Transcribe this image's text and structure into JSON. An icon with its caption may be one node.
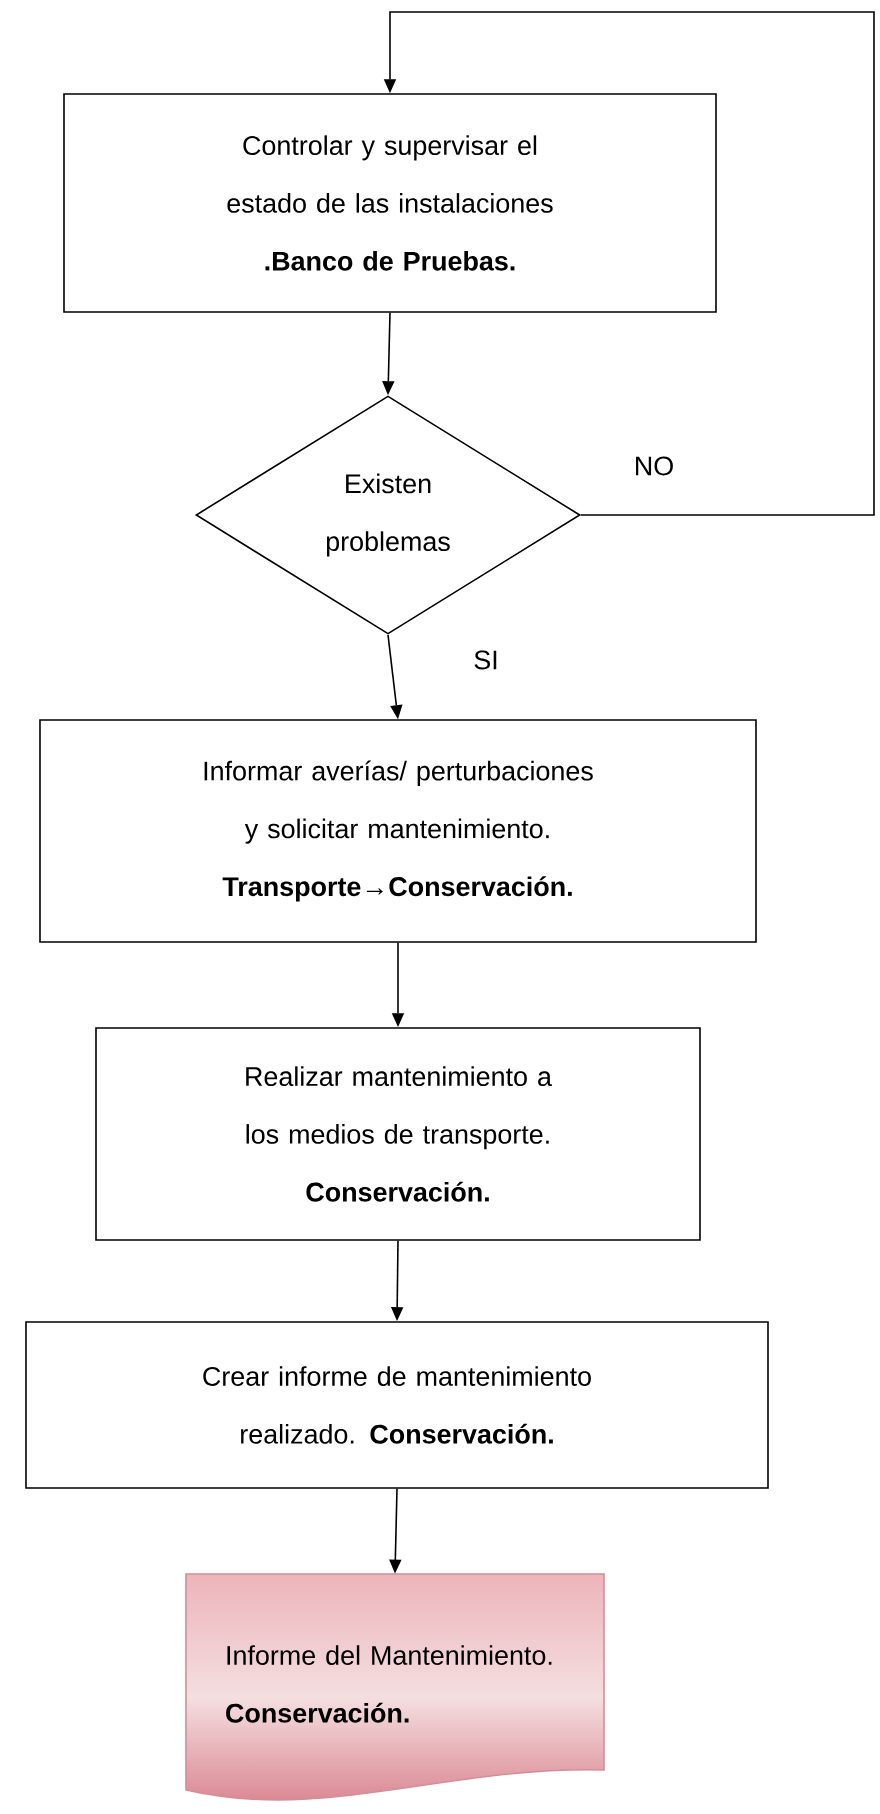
{
  "diagram": {
    "nodes": [
      {
        "text": [
          "Controlar y supervisar el estado de las instalaciones",
          ".Banco de Pruebas."
        ]
      },
      {
        "text": [
          "Existen problemas"
        ]
      },
      {
        "text": [
          "Informar averías/ perturbaciones y solicitar mantenimiento.",
          "Transporte→Conservación."
        ]
      },
      {
        "text": [
          "Realizar mantenimiento a los medios de transporte.",
          "Conservación."
        ]
      },
      {
        "text": [
          "Crear informe de mantenimiento realizado. **Conservación.**"
        ]
      },
      {
        "text": [
          "Informe del Mantenimiento.",
          "Conservación."
        ]
      }
    ],
    "edges": [
      {
        "from": 0,
        "to": 1,
        "arrow": "to"
      },
      {
        "from": 1,
        "to": 2,
        "arrow": "to",
        "label": "SI"
      },
      {
        "from": 2,
        "to": 3,
        "arrow": "to"
      },
      {
        "from": 3,
        "to": 4,
        "arrow": "to"
      },
      {
        "from": 4,
        "to": 5,
        "arrow": "to"
      },
      {
        "from": 1,
        "to": 0,
        "arrow": "to",
        "label": "NO"
      }
    ]
  }
}
